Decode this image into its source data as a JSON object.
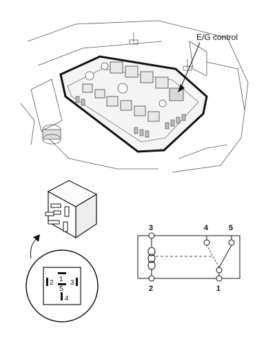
{
  "engine_bay": {
    "callout_label": "E/G control"
  },
  "relay_face": {
    "pin_1": "1",
    "pin_2": "2",
    "pin_3": "3",
    "pin_4": "4",
    "pin_5": "5"
  },
  "schematic": {
    "pin_3": "3",
    "pin_4": "4",
    "pin_5": "5",
    "pin_2": "2",
    "pin_1": "1"
  }
}
